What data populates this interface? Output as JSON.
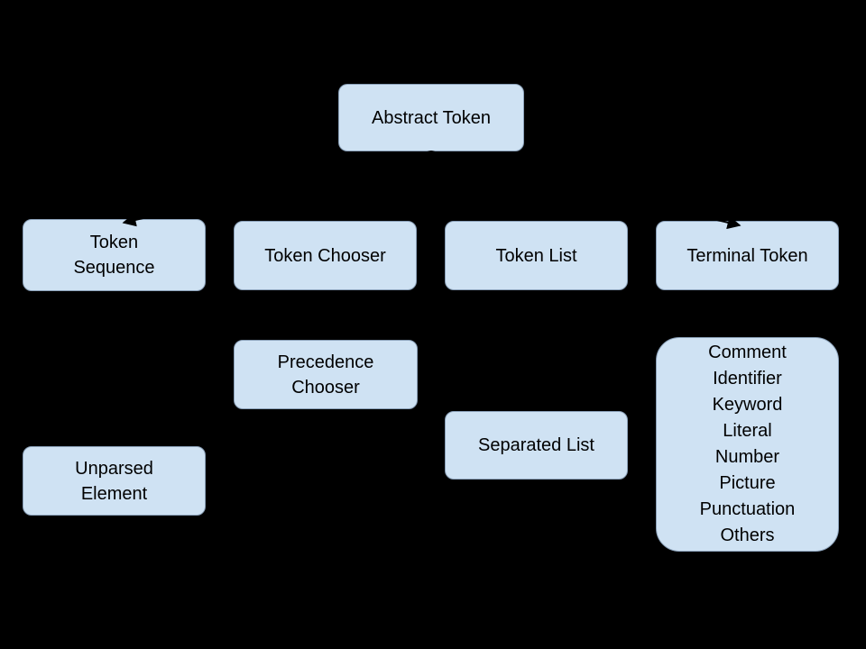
{
  "diagram": {
    "description": "Class hierarchy diagram of token types on a black background",
    "colors": {
      "background": "#000000",
      "node_fill": "#cfe2f3",
      "node_border": "#8aa0b8",
      "text": "#000000",
      "connector": "#000000"
    },
    "nodes": [
      {
        "id": "abstract-token",
        "label": "Abstract Token"
      },
      {
        "id": "token-sequence",
        "label": "Token\nSequence"
      },
      {
        "id": "token-chooser",
        "label": "Token Chooser"
      },
      {
        "id": "token-list",
        "label": "Token List"
      },
      {
        "id": "terminal-token",
        "label": "Terminal Token"
      },
      {
        "id": "precedence-chooser",
        "label": "Precedence\nChooser"
      },
      {
        "id": "separated-list",
        "label": "Separated List"
      },
      {
        "id": "unparsed-element",
        "label": "Unparsed\nElement"
      },
      {
        "id": "terminal-kinds",
        "label": "Comment\nIdentifier\nKeyword\nLiteral\nNumber\nPicture\nPunctuation\nOthers"
      }
    ],
    "edges": [
      {
        "from": "abstract-token",
        "to": "token-sequence"
      },
      {
        "from": "abstract-token",
        "to": "token-chooser"
      },
      {
        "from": "abstract-token",
        "to": "token-list"
      },
      {
        "from": "abstract-token",
        "to": "terminal-token"
      },
      {
        "from": "token-sequence",
        "to": "unparsed-element"
      },
      {
        "from": "token-chooser",
        "to": "precedence-chooser"
      },
      {
        "from": "token-list",
        "to": "separated-list"
      },
      {
        "from": "terminal-token",
        "to": "terminal-kinds"
      }
    ]
  }
}
